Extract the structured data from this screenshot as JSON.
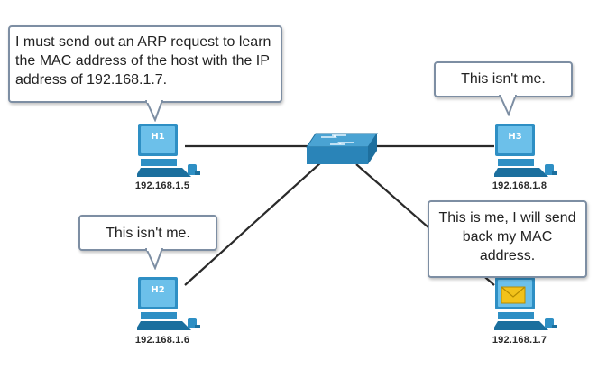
{
  "hosts": [
    {
      "id": "H1",
      "label": "H1",
      "ip": "192.168.1.5"
    },
    {
      "id": "H2",
      "label": "H2",
      "ip": "192.168.1.6"
    },
    {
      "id": "H3",
      "label": "H3",
      "ip": "192.168.1.8"
    },
    {
      "id": "H4",
      "label": "",
      "ip": "192.168.1.7"
    }
  ],
  "bubbles": {
    "h1": "I must send out an ARP request to learn the MAC address of the host with the IP address of 192.168.1.7.",
    "h2": "This isn't me.",
    "h3": "This isn't me.",
    "h4": "This is me, I will send back my MAC address."
  },
  "icons": {
    "host": "computer-icon",
    "switch": "switch-icon",
    "envelope": "envelope-icon"
  },
  "colors": {
    "monitor": "#2e8fc4",
    "monitor_light": "#6cc0ea",
    "switch_top": "#4aa3d3",
    "switch_side": "#1e6f9e",
    "cable": "#2a2a2a",
    "bubble_border": "#7d8ea3",
    "envelope": "#f2c21a"
  }
}
